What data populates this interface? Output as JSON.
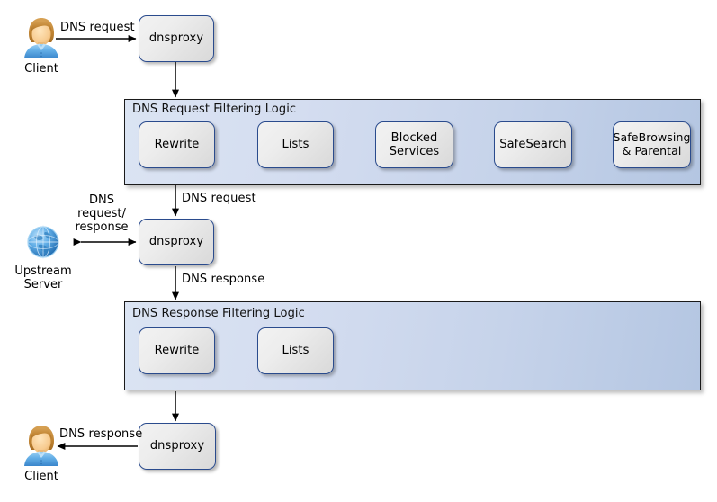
{
  "diagram": {
    "title_request_filter": "DNS Request Filtering Logic",
    "title_response_filter": "DNS Response Filtering Logic"
  },
  "actors": {
    "client_top": {
      "caption": "Client",
      "icon": "user-icon"
    },
    "client_bottom": {
      "caption": "Client",
      "icon": "user-icon"
    },
    "upstream": {
      "caption_line1": "Upstream",
      "caption_line2": "Server",
      "icon": "globe-icon"
    }
  },
  "nodes": {
    "dnsproxy_top": "dnsproxy",
    "dnsproxy_mid": "dnsproxy",
    "dnsproxy_bottom": "dnsproxy",
    "request_chain": [
      {
        "label": "Rewrite"
      },
      {
        "label": "Lists"
      },
      {
        "label_line1": "Blocked",
        "label_line2": "Services"
      },
      {
        "label": "SafeSearch"
      },
      {
        "label_line1": "SafeBrowsing",
        "label_line2": "& Parental"
      }
    ],
    "response_chain": [
      {
        "label": "Rewrite"
      },
      {
        "label": "Lists"
      }
    ]
  },
  "edges": {
    "client_to_proxy": "DNS request",
    "proxy_to_request_filter": "",
    "request_filter_to_proxy": "DNS request",
    "upstream_exchange_line1": "DNS",
    "upstream_exchange_line2": "request/",
    "upstream_exchange_line3": "response",
    "proxy_to_response_filter": "DNS response",
    "response_filter_to_proxy": "",
    "proxy_to_client": "DNS response"
  },
  "colors": {
    "node_border": "#2a4b8d",
    "container_border": "#1a1a1a",
    "container_fill_left": "#dbe4f3",
    "container_fill_right": "#b4c6e2",
    "arrow": "#000000",
    "user_hair": "#c8893c",
    "user_skin": "#f6c98a",
    "user_shirt": "#5aa7e0",
    "globe": "#3f8fd2"
  }
}
